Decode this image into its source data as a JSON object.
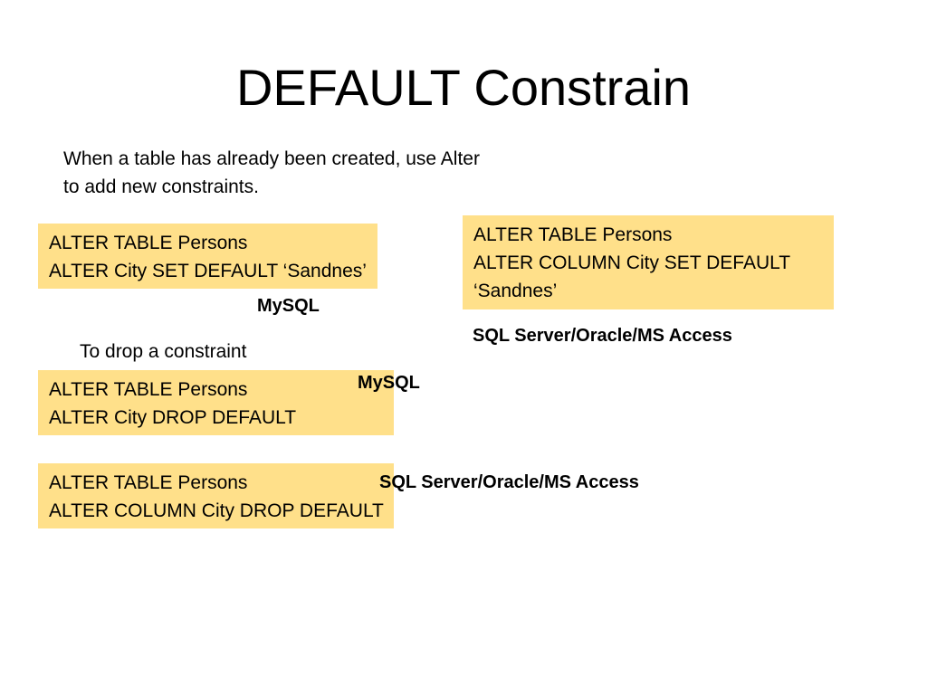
{
  "slide": {
    "title": "DEFAULT Constrain",
    "intro": {
      "line1": "When a table has already been created, use Alter",
      "line2": "to add new constraints."
    },
    "drop_note": "To drop a constraint",
    "boxes": {
      "add_mysql": {
        "lines": [
          "ALTER TABLE Persons",
          "ALTER City SET DEFAULT ‘Sandnes’"
        ],
        "label": "MySQL"
      },
      "add_sqlserver": {
        "lines": [
          "ALTER TABLE Persons",
          "ALTER COLUMN City SET DEFAULT",
          "‘Sandnes’"
        ],
        "label": "SQL Server/Oracle/MS Access"
      },
      "drop_mysql": {
        "lines": [
          "ALTER TABLE Persons",
          "ALTER City DROP DEFAULT"
        ],
        "label": "MySQL"
      },
      "drop_sqlserver": {
        "lines": [
          "ALTER TABLE Persons",
          "ALTER COLUMN City DROP DEFAULT"
        ],
        "label": "SQL Server/Oracle/MS Access"
      }
    },
    "colors": {
      "box_fill": "#ffe08a",
      "text": "#000000",
      "background": "#ffffff"
    }
  }
}
